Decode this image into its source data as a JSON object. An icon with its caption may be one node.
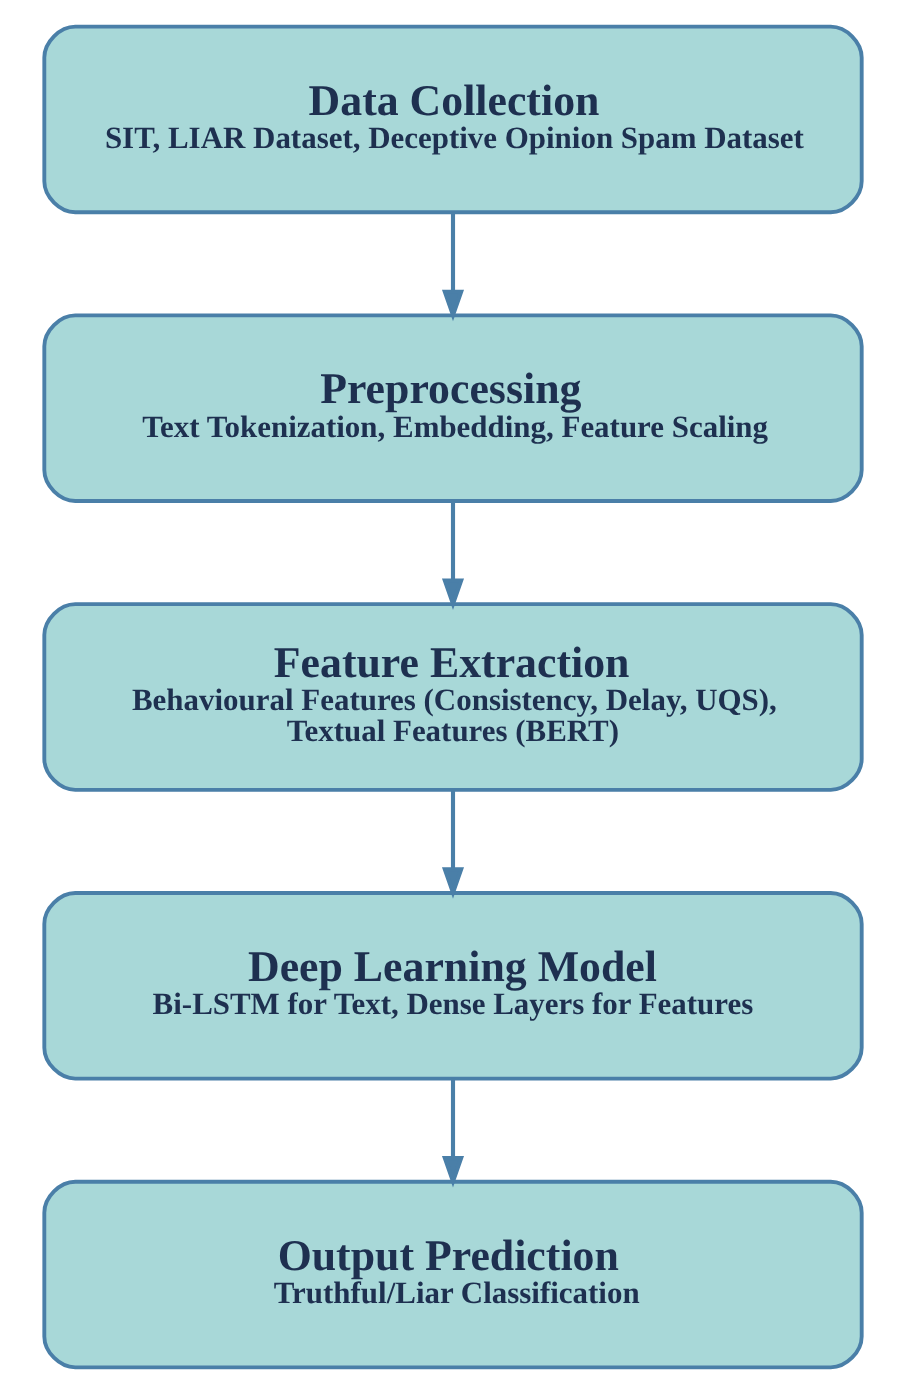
{
  "diagram": {
    "nodes": [
      {
        "text": [
          "Data Collection",
          "SIT, LIAR Dataset, Deceptive Opinion Spam Dataset"
        ]
      },
      {
        "text": [
          "Preprocessing",
          "Text Tokenization, Embedding, Feature Scaling"
        ]
      },
      {
        "text": [
          "Feature Extraction",
          "Behavioural Features (Consistency, Delay, UQS), Textual Features (BERT)"
        ]
      },
      {
        "text": [
          "Deep Learning Model",
          "Bi-LSTM for Text, Dense Layers for Features"
        ]
      },
      {
        "text": [
          "Output Prediction",
          "Truthful/Liar Classification"
        ]
      }
    ],
    "edges": [
      {
        "from": 0,
        "to": 1,
        "arrow": "to"
      },
      {
        "from": 1,
        "to": 2,
        "arrow": "to"
      },
      {
        "from": 2,
        "to": 3,
        "arrow": "to"
      },
      {
        "from": 3,
        "to": 4,
        "arrow": "to"
      }
    ]
  }
}
